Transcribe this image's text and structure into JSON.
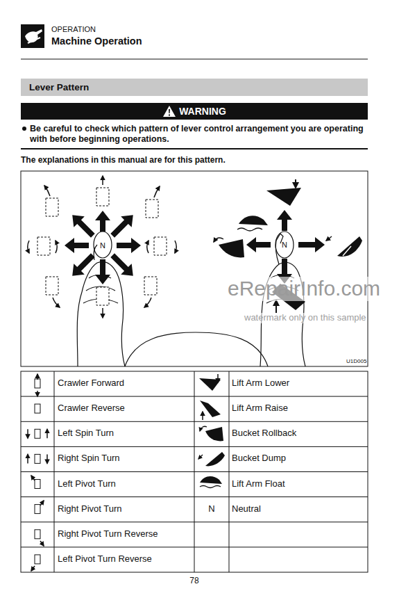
{
  "diagram": {
    "nodes": [
      {
        "text": [
          "Lever Pattern"
        ]
      },
      {
        "text": [
          "WARNING"
        ]
      }
    ],
    "labels": [
      "OPERATION",
      "Machine Operation",
      "Be careful to check which pattern of lever control arrangement you are operating with before beginning operations.",
      "The explanations in this manual are for this pattern.",
      "N",
      "N",
      "U1D005",
      "eRepairInfo.com",
      "watermark only on this sample",
      "Crawler Forward",
      "Lift Arm Lower",
      "Crawler Reverse",
      "Lift Arm Raise",
      "Left Spin Turn",
      "Bucket Rollback",
      "Right Spin Turn",
      "Bucket Dump",
      "Left Pivot Turn",
      "Lift Arm Float",
      "Right Pivot Turn",
      "N",
      "Neutral",
      "Right Pivot Turn Reverse",
      "Left Pivot Turn Reverse",
      "78"
    ]
  }
}
